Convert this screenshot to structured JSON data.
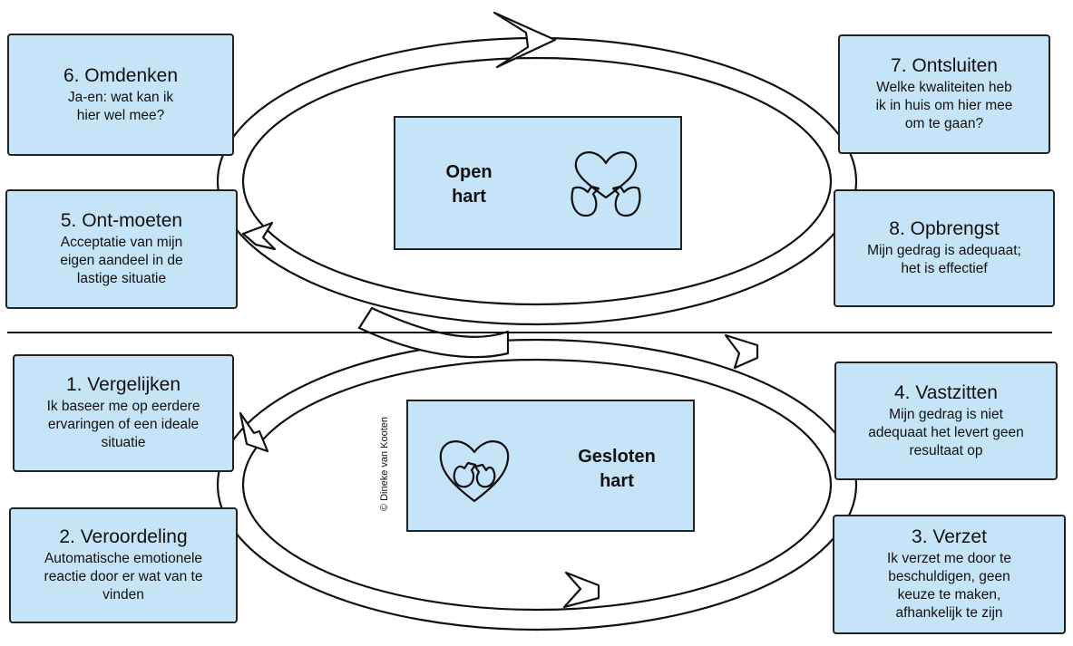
{
  "credit": "© Dineke van Kooten",
  "colors": {
    "box_fill": "#c6e4f7",
    "outline": "#222222"
  },
  "center": {
    "open": {
      "label_line1": "Open",
      "label_line2": "hart",
      "icon": "heart-with-hands-open-icon"
    },
    "closed": {
      "label_line1": "Gesloten",
      "label_line2": "hart",
      "icon": "heart-with-hands-closed-icon"
    }
  },
  "steps": [
    {
      "title": "1. Vergelijken",
      "lines": [
        "Ik baseer me op eerdere",
        "ervaringen of een ideale",
        "situatie"
      ]
    },
    {
      "title": "2. Veroordeling",
      "lines": [
        "Automatische emotionele",
        "reactie door er wat van te",
        "vinden"
      ]
    },
    {
      "title": "3. Verzet",
      "lines": [
        "Ik verzet me door te",
        "beschuldigen, geen",
        "keuze te maken,",
        "afhankelijk te zijn"
      ]
    },
    {
      "title": "4. Vastzitten",
      "lines": [
        "Mijn gedrag is niet",
        "adequaat  het levert geen",
        "resultaat op"
      ]
    },
    {
      "title": "5. Ont-moeten",
      "lines": [
        "Acceptatie van mijn",
        "eigen aandeel in de",
        "lastige situatie"
      ]
    },
    {
      "title": "6. Omdenken",
      "lines": [
        "Ja-en: wat kan ik",
        "hier wel mee?"
      ]
    },
    {
      "title": "7. Ontsluiten",
      "lines": [
        "Welke kwaliteiten heb",
        "ik in huis om hier mee",
        "om te gaan?"
      ]
    },
    {
      "title": "8. Opbrengst",
      "lines": [
        "Mijn gedrag is adequaat;",
        "het is effectief"
      ]
    }
  ]
}
